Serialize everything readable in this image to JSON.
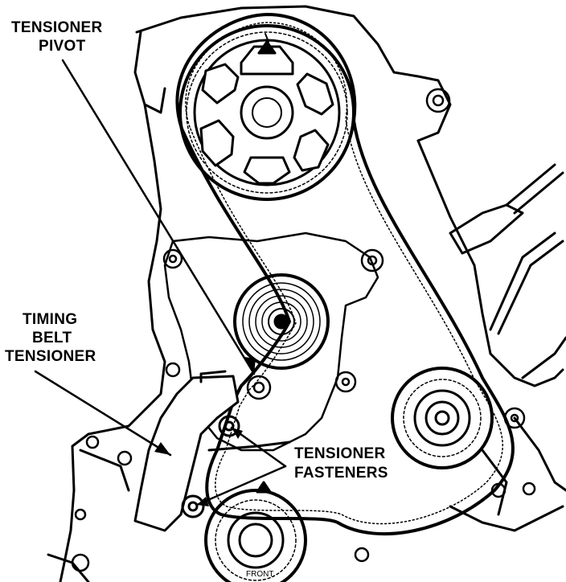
{
  "labels": {
    "tensioner_pivot": [
      "TENSIONER",
      "PIVOT"
    ],
    "timing_belt_tensioner": [
      "TIMING",
      "BELT",
      "TENSIONER"
    ],
    "tensioner_fasteners": [
      "TENSIONER",
      "FASTENERS"
    ],
    "front_mark": "FRONT"
  },
  "colors": {
    "ink": "#000000",
    "paper": "#ffffff"
  }
}
